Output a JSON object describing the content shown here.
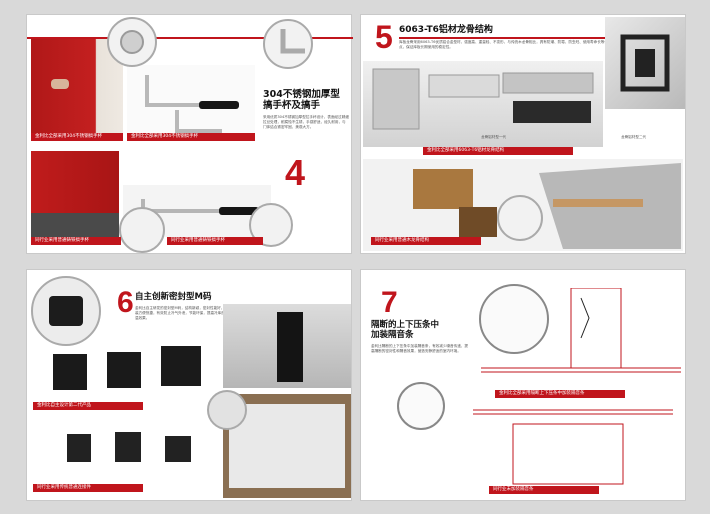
{
  "pages": {
    "top_left": {
      "number": "4",
      "heading": [
        "304不锈钢加厚型",
        "搞手杯及搞手"
      ],
      "body": "采用优质304不锈钢加厚型拉手杯设计，表面经过精细拉丝处理，耐腐蚀不生锈，手感舒适，经久耐用，与门体结合紧密牢固，美观大方。",
      "captions": {
        "photo1": "金利比全部采用304不锈钢搞手杯",
        "photo2": "金利比全部采用304不锈钢搞手杯",
        "photo3": "同行业采用普通铸铁搞手杯",
        "photo4": "同行业采用普通铸铁搞手杯"
      }
    },
    "top_right": {
      "number": "5",
      "heading": "6063-T6铝材龙骨结构",
      "body": "库板龙骨采用6063-T6优质铝合金型材，强度高、重量轻、不变形，与传统木龙骨相比，具有防潮、防霉、防虫蛀、使用寿命长等优点，保证库板长期使用的稳定性。",
      "sublabels": [
        "龙骨铝材型一代",
        "龙骨铝材型二代"
      ],
      "captions": {
        "band1": "金利比全部采用6063-T6铝材龙骨结构",
        "band2": "同行业采用普通木龙骨结构"
      }
    },
    "bottom_left": {
      "number": "6",
      "heading": "自主创新密封型M码",
      "body": "金利比自主研发的密封型M码，结构新颖，密封性能好，安装方便快捷，有效防止冷气外泄，节能环保，提高冷库的保温效果。",
      "captions": {
        "band1": "金利比自主设计第二代产品",
        "band2": "同行业采用传统普通连接件"
      }
    },
    "bottom_right": {
      "number": "7",
      "heading": [
        "隔断的上下压条中",
        "加装隔音条"
      ],
      "body": "金利比隔断的上下压条中加装隔音条，有效减少噪音传递，提高隔断的密封性和隔音效果，营造安静舒适的室内环境。",
      "captions": {
        "band1": "金利比全部采用隔断上下压条中加装隔音条",
        "band2": "同行业未加装隔音条"
      }
    }
  },
  "colors": {
    "accent": "#c0151c",
    "heading": "#111111",
    "body": "#555555"
  }
}
